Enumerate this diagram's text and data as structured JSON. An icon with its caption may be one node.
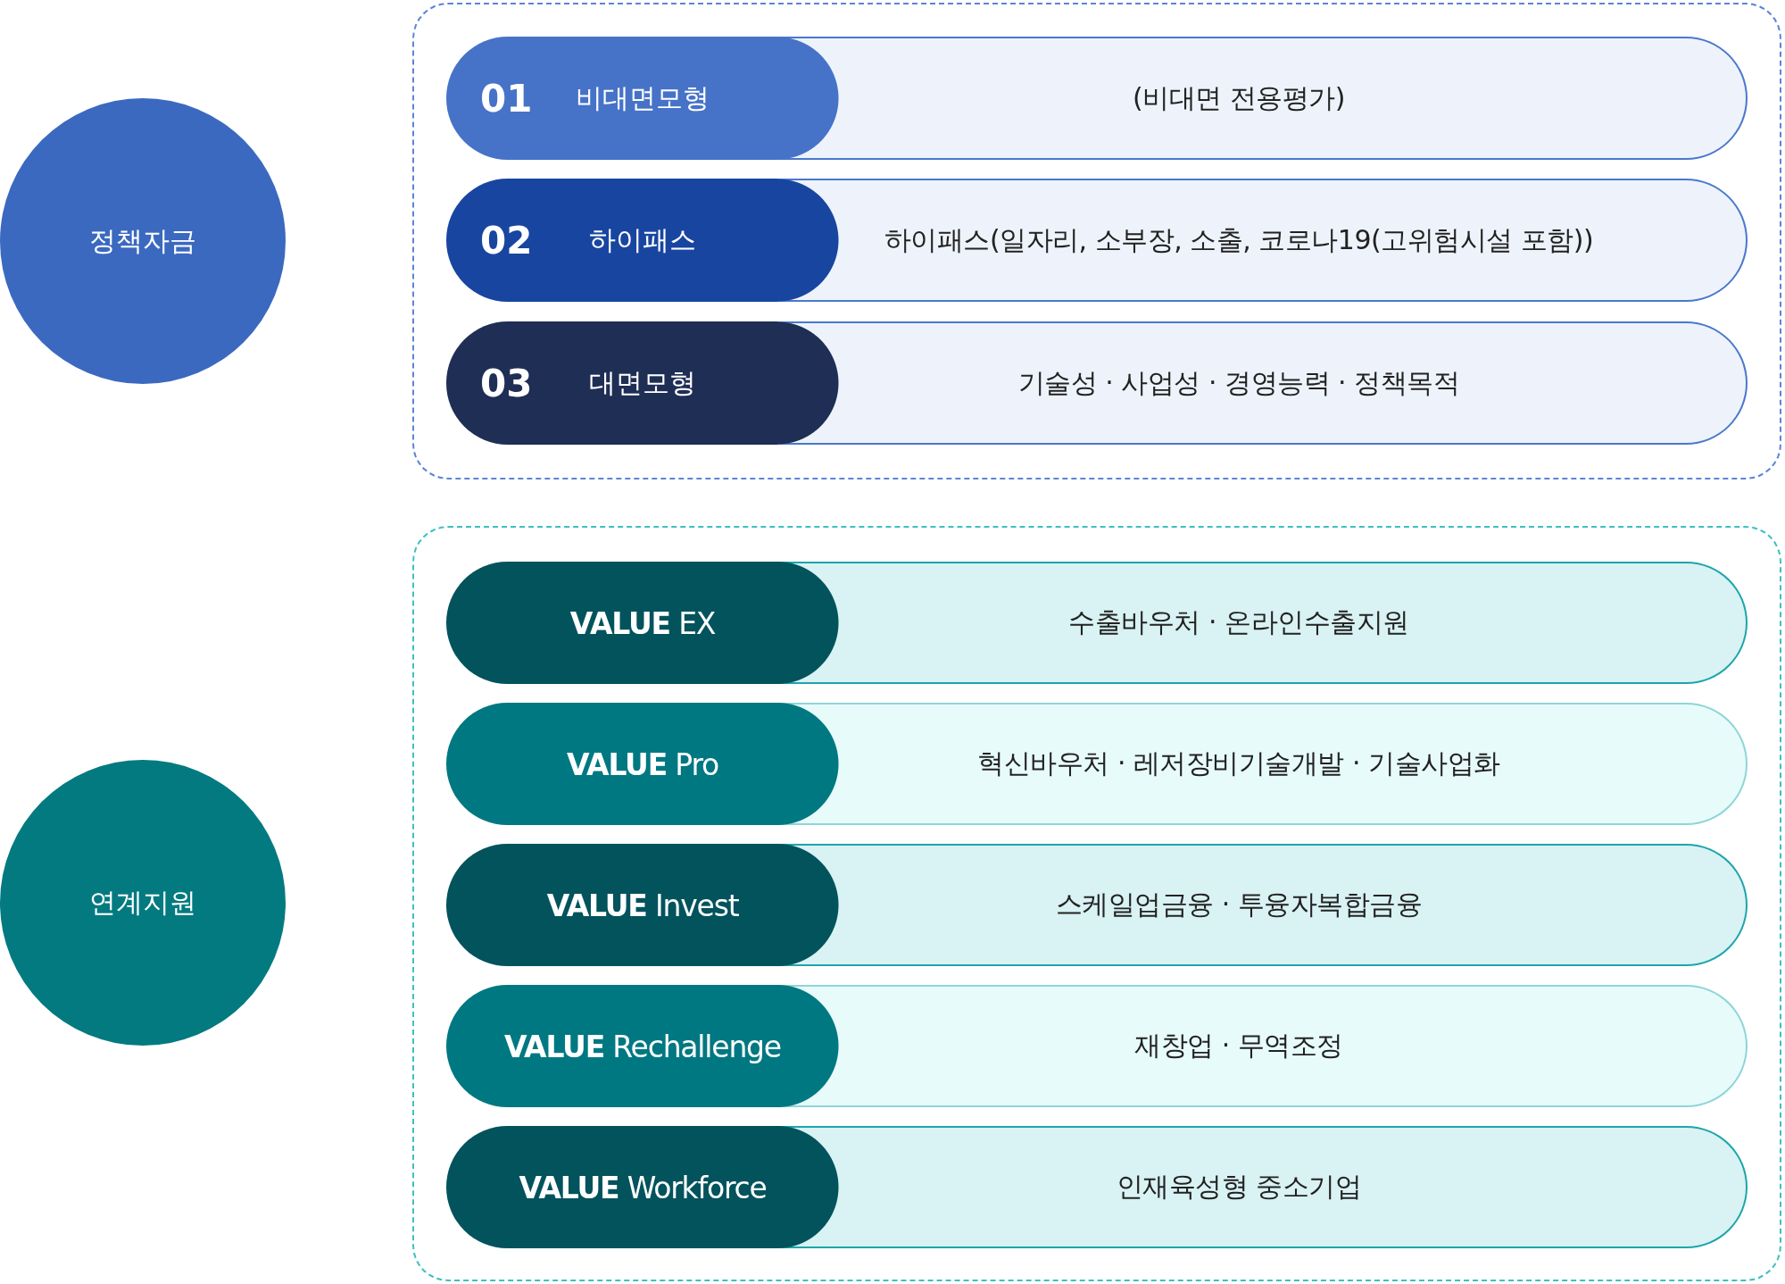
{
  "diagram": {
    "nodes": [
      {
        "text": [
          "정책자금"
        ]
      },
      {
        "text": [],
        "shape": "box"
      },
      {
        "text": [
          "01",
          "비대면모형"
        ],
        "in": 1
      },
      {
        "text": [
          "(비대면 전용평가)"
        ],
        "in": 1
      },
      {
        "text": [
          "02",
          "하이패스"
        ],
        "in": 1
      },
      {
        "text": [
          "하이패스(일자리, 소부장, 소출, 코로나19(고위험시설 포함))"
        ],
        "in": 1
      },
      {
        "text": [
          "03",
          "대면모형"
        ],
        "in": 1
      },
      {
        "text": [
          "기술성 · 사업성 · 경영능력 · 정책목적"
        ],
        "in": 1
      },
      {
        "text": [
          "연계지원"
        ]
      },
      {
        "text": [],
        "shape": "box"
      },
      {
        "text": [
          "**VALUE** EX"
        ],
        "in": 9
      },
      {
        "text": [
          "수출바우처 · 온라인수출지원"
        ],
        "in": 9
      },
      {
        "text": [
          "**VALUE** Pro"
        ],
        "in": 9
      },
      {
        "text": [
          "혁신바우처 · 레저장비기술개발 · 기술사업화"
        ],
        "in": 9
      },
      {
        "text": [
          "**VALUE** Invest"
        ],
        "in": 9
      },
      {
        "text": [
          "스케일업금융 · 투융자복합금융"
        ],
        "in": 9
      },
      {
        "text": [
          "**VALUE** Rechallenge"
        ],
        "in": 9
      },
      {
        "text": [
          "재창업 · 무역조정"
        ],
        "in": 9
      },
      {
        "text": [
          "**VALUE** Workforce"
        ],
        "in": 9
      },
      {
        "text": [
          "인재육성형 중소기업"
        ],
        "in": 9
      }
    ]
  }
}
